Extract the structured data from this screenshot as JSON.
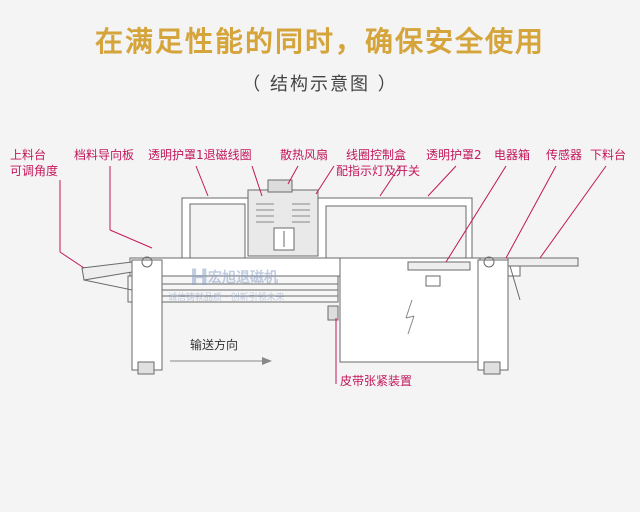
{
  "header": {
    "title": "在满足性能的同时，确保安全使用",
    "subtitle": "（ 结构示意图 ）"
  },
  "labels": {
    "feed_table": "上料台",
    "adjustable_angle": "可调角度",
    "guide_plate": "档料导向板",
    "cover1_coil": "透明护罩1退磁线圈",
    "fan": "散热风扇",
    "coil_box": "线圈控制盒",
    "indicator_switch": "配指示灯及开关",
    "cover2": "透明护罩2",
    "electric_box": "电器箱",
    "sensor": "传感器",
    "unload_table": "下料台",
    "belt_tension": "皮带张紧装置",
    "direction": "输送方向"
  },
  "brand": {
    "name": "宏旭退磁机",
    "slogan": "诚信铸就品质 · 创新引领未来",
    "accent": "#c2185b",
    "title_color": "#d5a43a"
  }
}
